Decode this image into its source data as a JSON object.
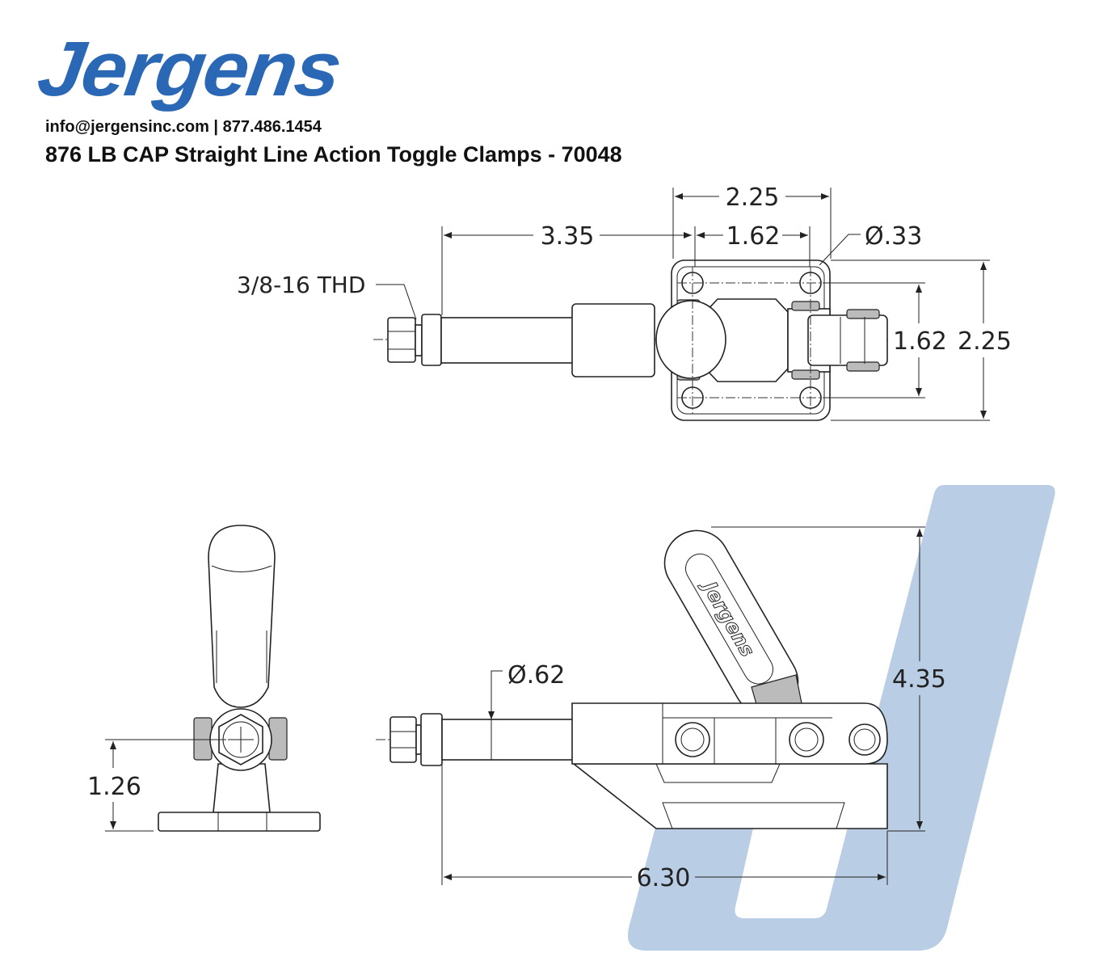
{
  "header": {
    "logo": "Jergens",
    "contact": "info@jergensinc.com | 877.486.1454",
    "title": "876 LB CAP Straight Line Action Toggle Clamps - 70048"
  },
  "top_view": {
    "dim_base_width": "2.25",
    "dim_reach": "3.35",
    "dim_hole_spacing_x": "1.62",
    "dim_hole_dia": "Ø.33",
    "thread_callout": "3/8-16 THD",
    "dim_hole_spacing_y": "1.62",
    "dim_base_depth": "2.25"
  },
  "side_view": {
    "dim_center_height": "1.26"
  },
  "front_view": {
    "dim_plunger_dia": "Ø.62",
    "dim_height": "4.35",
    "dim_length": "6.30",
    "handle_logo": "Jergens"
  },
  "colors": {
    "brand_blue": "#2a68b5",
    "watermark": "#b9cde4"
  }
}
